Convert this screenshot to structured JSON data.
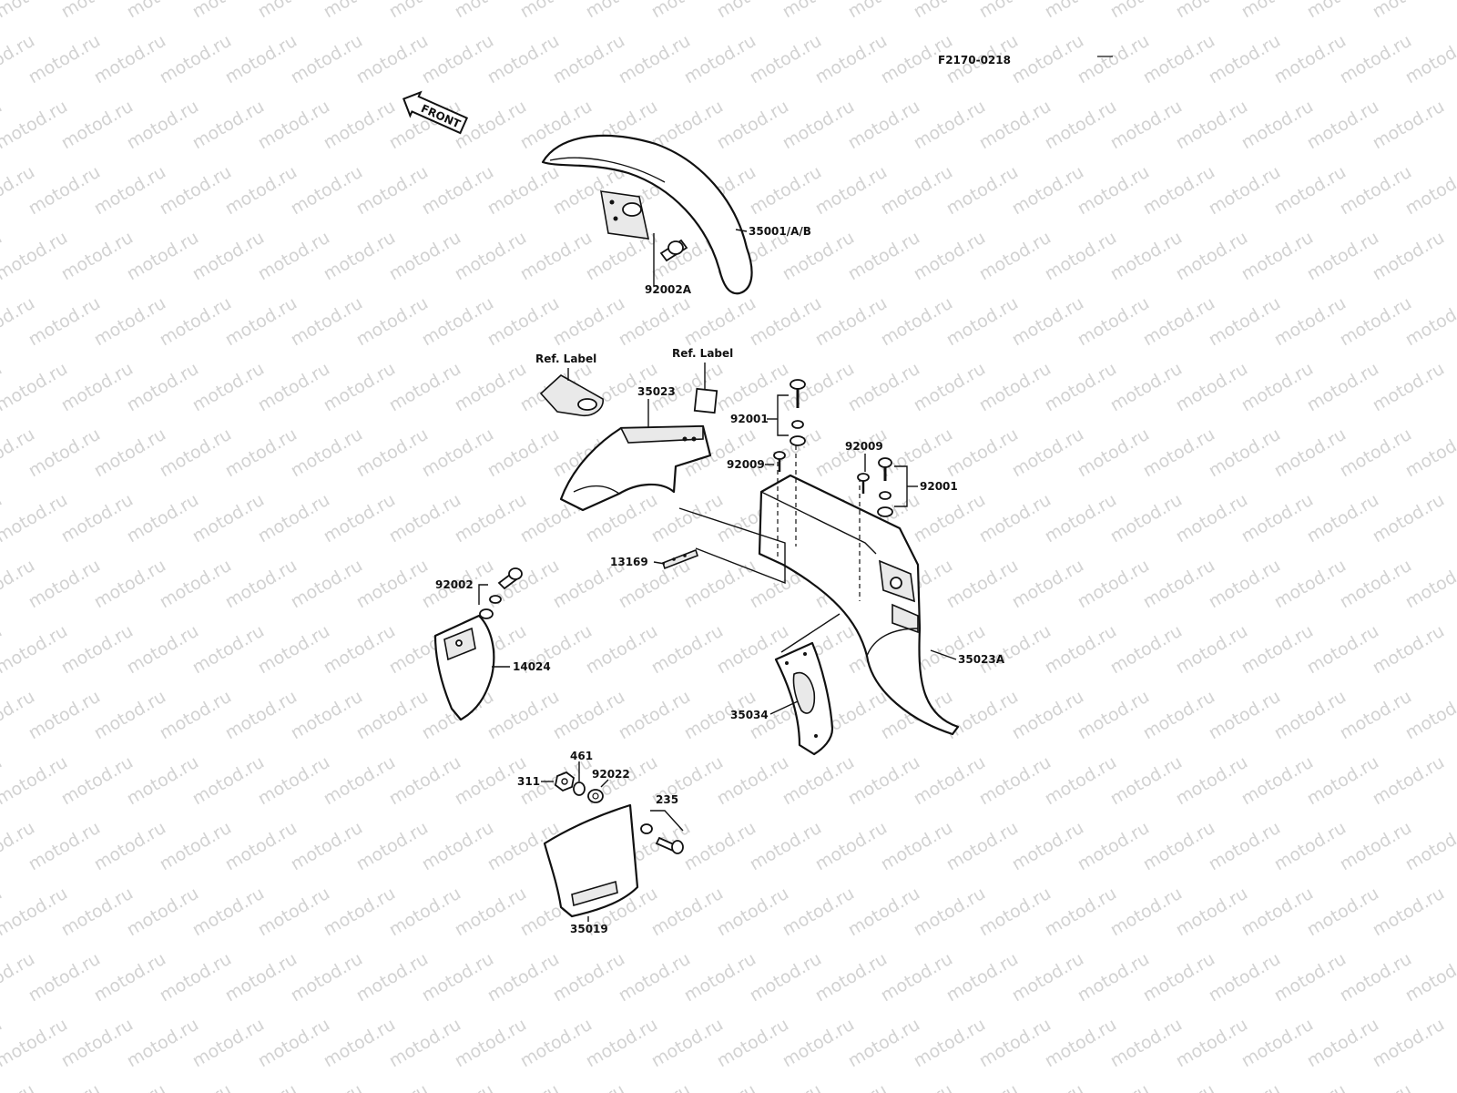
{
  "diagram_code": "F2170-0218",
  "front_label": "FRONT",
  "watermark": "motod.ru",
  "parts": {
    "front_fender": "35001/A/B",
    "front_fender_bolt": "92002A",
    "ref_label_left": "Ref. Label",
    "ref_label_right": "Ref. Label",
    "rear_fender_front": "35023",
    "bolt_upper": "92001",
    "screw_left": "92009",
    "screw_right": "92009",
    "bolt_right": "92001",
    "bracket_13169": "13169",
    "cover_bolt": "92002",
    "cover_14024": "14024",
    "rear_fender": "35023A",
    "bracket_35034": "35034",
    "nut_311": "311",
    "washer_461": "461",
    "washer_92022": "92022",
    "screw_235": "235",
    "flap_35019": "35019"
  }
}
